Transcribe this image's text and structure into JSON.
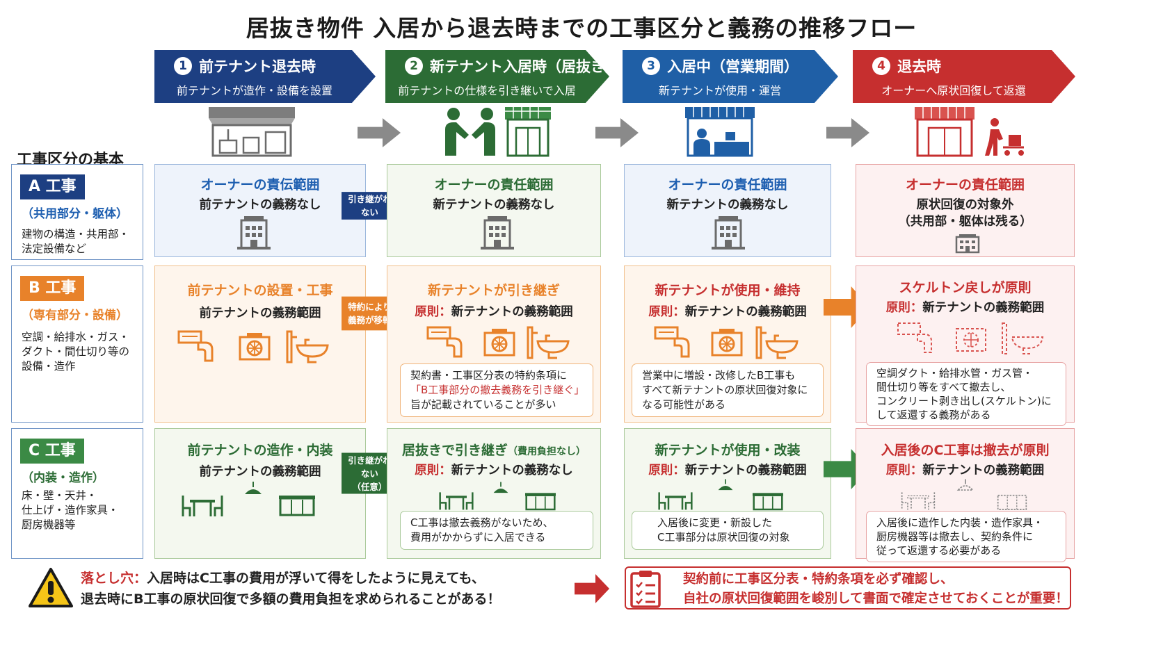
{
  "title": "居抜き物件 入居から退去時までの工事区分と義務の推移フロー",
  "phases": [
    {
      "num": "1",
      "title": "前テナント退去時",
      "sub": "前テナントが造作・設備を設置",
      "color": "#1d3f82"
    },
    {
      "num": "2",
      "title": "新テナント入居時（居抜き）",
      "sub": "前テナントの仕様を引き継いで入居",
      "color": "#2c6c35"
    },
    {
      "num": "3",
      "title": "入居中（営業期間）",
      "sub": "新テナントが使用・運営",
      "color": "#1f5fa6"
    },
    {
      "num": "4",
      "title": "退去時",
      "sub": "オーナーへ原状回復して返還",
      "color": "#c62f2f"
    }
  ],
  "basics_heading": "工事区分の基本",
  "categories": {
    "A": {
      "badge": "A 工事",
      "sub": "（共用部分・躯体）",
      "desc": "建物の構造・共用部・\n法定設備など"
    },
    "B": {
      "badge": "B 工事",
      "sub": "（専有部分・設備）",
      "desc": "空調・給排水・ガス・\nダクト・間仕切り等の\n設備・造作"
    },
    "C": {
      "badge": "C 工事",
      "sub": "（内装・造作）",
      "desc": "床・壁・天井・\n仕上げ・造作家具・\n厨房機器等"
    }
  },
  "rowA": {
    "c1": {
      "head": "オーナーの責伝範囲",
      "line": "前テナントの義務なし"
    },
    "arrow": "引き継がれない",
    "c2": {
      "head": "オーナーの責任範囲",
      "line": "新テナントの義務なし"
    },
    "c3": {
      "head": "オーナーの責任範囲",
      "line": "新テナントの義務なし"
    },
    "c4": {
      "head": "オーナーの責任範囲",
      "line": "原状回復の対象外",
      "line2": "（共用部・躯体は残る）"
    }
  },
  "rowB": {
    "c1": {
      "head": "前テナントの設置・工事",
      "line": "前テナントの義務範囲"
    },
    "arrow": "特約により\n義務が移転",
    "c2": {
      "head": "新テナントが引き継ぎ",
      "line_prefix": "原則：",
      "line": "新テナントの義務範囲",
      "note1": "契約書・工事区分表の特約条項に",
      "note2": "「B工事部分の撤去義務を引き継ぐ」",
      "note3": "旨が記載されていることが多い"
    },
    "c3": {
      "head": "新テナントが使用・維持",
      "line_prefix": "原則：",
      "line": "新テナントの義務範囲",
      "note1": "営業中に増設・改修したB工事も",
      "note2": "すべて新テナントの原状回復対象に",
      "note3": "なる可能性がある"
    },
    "c4": {
      "head": "スケルトン戻しが原則",
      "line_prefix": "原則：",
      "line": "新テナントの義務範囲",
      "note1": "空調ダクト・給排水管・ガス管・",
      "note2": "間仕切り等をすべて撤去し、",
      "note3": "コンクリート剥き出し(スケルトン)に",
      "note4": "して返還する義務がある"
    }
  },
  "rowC": {
    "c1": {
      "head": "前テナントの造作・内装",
      "line": "前テナントの義務範囲"
    },
    "arrow": "引き継がれない\n（任意）",
    "c2": {
      "head": "居抜きで引き継ぎ",
      "head_small": "（費用負担なし）",
      "line_prefix": "原則：",
      "line": "新テナントの義務なし",
      "note1": "C工事は撤去義務がないため、",
      "note2": "費用がかからずに入居できる"
    },
    "c3": {
      "head": "新テナントが使用・改装",
      "line_prefix": "原則：",
      "line": "新テナントの義務範囲",
      "note1": "入居後に変更・新設した",
      "note2": "C工事部分は原状回復の対象"
    },
    "c4": {
      "head": "入居後のC工事は撤去が原則",
      "line_prefix": "原則：",
      "line": "新テナントの義務範囲",
      "note1": "入居後に造作した内装・造作家具・",
      "note2": "厨房機器等は撤去し、契約条件に",
      "note3": "従って返還する必要がある"
    }
  },
  "warning": {
    "label": "落とし穴：",
    "line1": "入居時はC工事の費用が浮いて得をしたように見えても、",
    "line2": "退去時にB工事の原状回復で多額の費用負担を求められることがある！"
  },
  "advice": {
    "line1": "契約前に工事区分表・特約条項を必ず確認し、",
    "line2": "自社の原状回復範囲を峻別して書面で確定させておくことが重要！"
  },
  "colors": {
    "navy": "#1d3f82",
    "green": "#2c6c35",
    "blue": "#1f5fa6",
    "red": "#c62f2f",
    "orange": "#e8822a"
  }
}
